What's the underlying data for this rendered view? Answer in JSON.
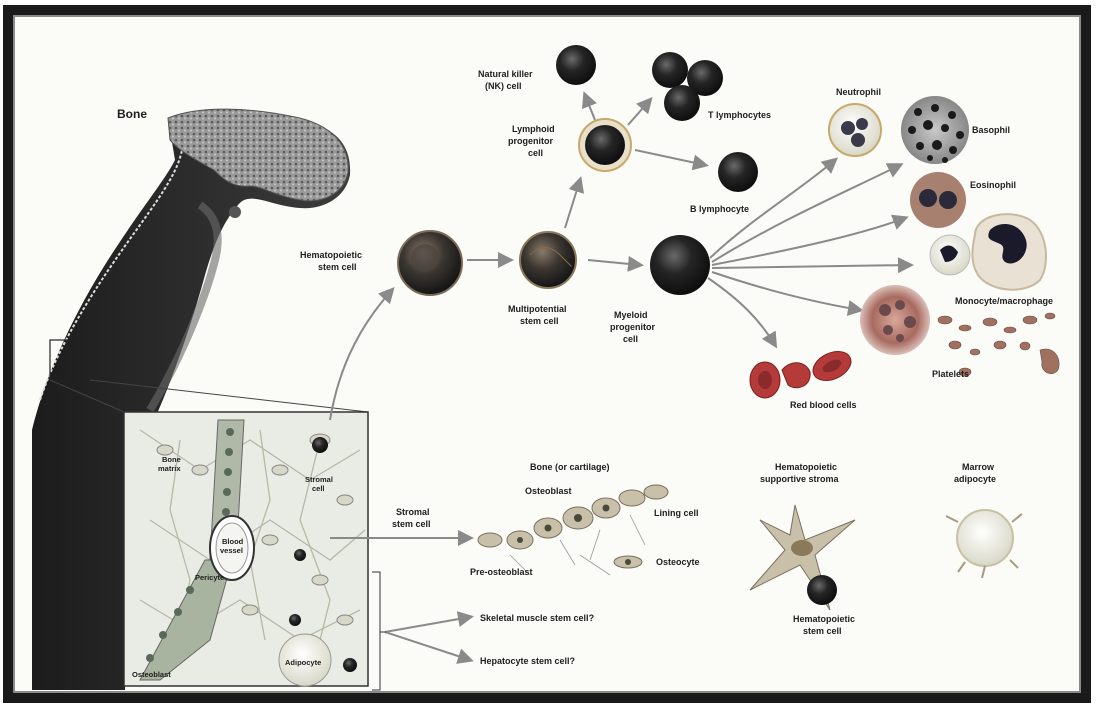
{
  "labels": {
    "bone": "Bone",
    "natural_killer": [
      "Natural killer",
      "(NK) cell"
    ],
    "t_lymphocytes": "T lymphocytes",
    "lymphoid_progenitor": [
      "Lymphoid",
      "progenitor",
      "cell"
    ],
    "b_lymphocyte": "B lymphocyte",
    "hematopoietic_stem": [
      "Hematopoietic",
      "stem cell"
    ],
    "multipotential_stem": [
      "Multipotential",
      "stem cell"
    ],
    "myeloid_progenitor": [
      "Myeloid",
      "progenitor",
      "cell"
    ],
    "neutrophil": "Neutrophil",
    "basophil": "Basophil",
    "eosinophil": "Eosinophil",
    "monocyte_macrophage": "Monocyte/macrophage",
    "platelets": "Platelets",
    "red_blood_cells": "Red blood cells",
    "bone_matrix": [
      "Bone",
      "matrix"
    ],
    "stromal_cell": [
      "Stromal",
      "cell"
    ],
    "blood_vessel": [
      "Blood",
      "vessel"
    ],
    "pericyte": "Pericyte",
    "osteoblast_inset": "Osteoblast",
    "adipocyte": "Adipocyte",
    "stromal_stem_cell": [
      "Stromal",
      "stem cell"
    ],
    "bone_or_cartilage": "Bone (or cartilage)",
    "osteoblast": "Osteoblast",
    "lining_cell": "Lining cell",
    "osteocyte": "Osteocyte",
    "pre_osteoblast": "Pre-osteoblast",
    "hematopoietic_supportive_stroma": [
      "Hematopoietic",
      "supportive stroma"
    ],
    "marrow_adipocyte": [
      "Marrow",
      "adipocyte"
    ],
    "hematopoietic_stem_cell_2": [
      "Hematopoietic",
      "stem cell"
    ],
    "skeletal_muscle": "Skeletal muscle stem cell?",
    "hepatocyte": "Hepatocyte stem cell?"
  },
  "colors": {
    "cell_dark": "#1f1f1f",
    "cell_ring": "#c9a86a",
    "nucleus_red": "#7a1f1f",
    "rbc": "#b53a3a",
    "bone_dark": "#2c2c2c",
    "arrow": "#8a8a8a"
  }
}
